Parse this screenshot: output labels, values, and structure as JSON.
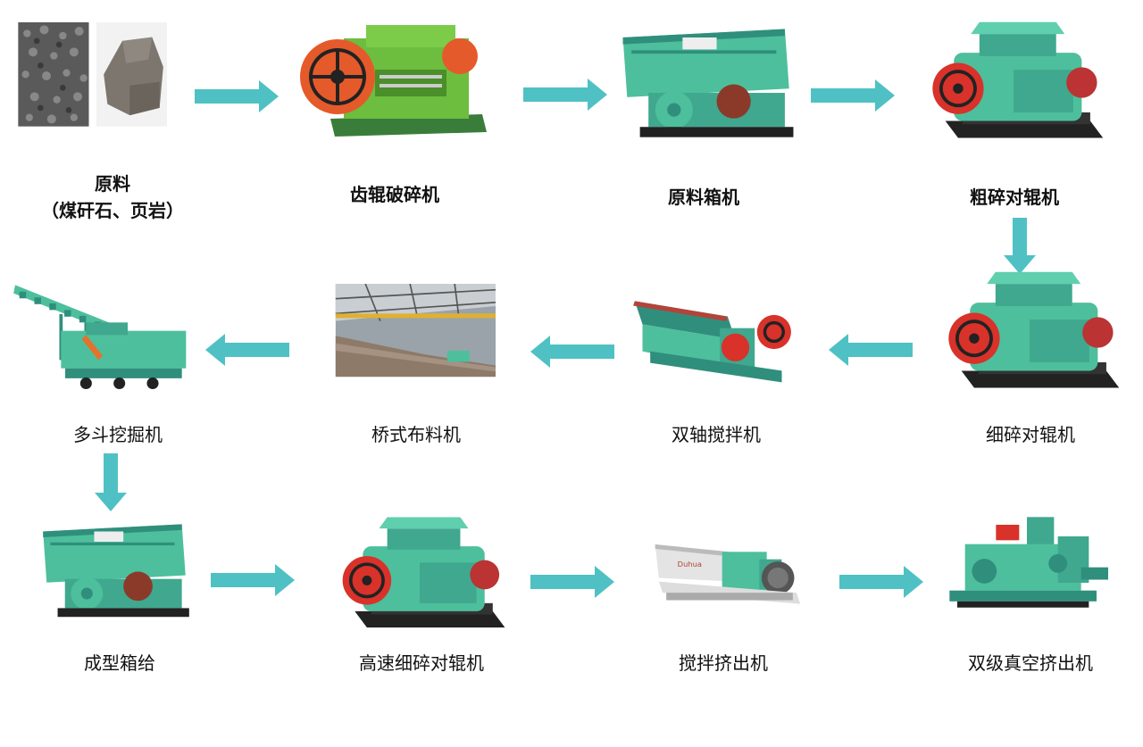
{
  "colors": {
    "arrow": "#4fc1c4",
    "machine_body": "#4dbf9c",
    "machine_dark": "#2f8f7c",
    "wheel_red": "#d8322a",
    "frame_black": "#222222",
    "hopper": "#3fa88e"
  },
  "nodes": [
    {
      "id": "raw",
      "label": "原料",
      "sublabel": "（煤矸石、页岩）",
      "icon": "raw-material-photo"
    },
    {
      "id": "tooth-roller",
      "label": "齿辊破碎机",
      "icon": "tooth-roller-crusher"
    },
    {
      "id": "raw-box",
      "label": "原料箱机",
      "icon": "box-feeder"
    },
    {
      "id": "coarse-roller",
      "label": "粗碎对辊机",
      "icon": "double-roller-crusher"
    },
    {
      "id": "fine-roller",
      "label": "细碎对辊机",
      "icon": "double-roller-crusher"
    },
    {
      "id": "twin-mixer",
      "label": "双轴搅拌机",
      "icon": "twin-shaft-mixer"
    },
    {
      "id": "bridge",
      "label": "桥式布料机",
      "icon": "bridge-distributor-photo"
    },
    {
      "id": "excavator",
      "label": "多斗挖掘机",
      "icon": "multi-bucket-excavator"
    },
    {
      "id": "forming-box",
      "label": "成型箱给",
      "icon": "box-feeder"
    },
    {
      "id": "hs-roller",
      "label": "高速细碎对辊机",
      "icon": "double-roller-crusher"
    },
    {
      "id": "mix-extruder",
      "label": "搅拌挤出机",
      "icon": "mixing-extruder"
    },
    {
      "id": "vacuum",
      "label": "双级真空挤出机",
      "icon": "vacuum-extruder"
    }
  ],
  "arrows": [
    {
      "from": "raw",
      "to": "tooth-roller",
      "dir": "right"
    },
    {
      "from": "tooth-roller",
      "to": "raw-box",
      "dir": "right"
    },
    {
      "from": "raw-box",
      "to": "coarse-roller",
      "dir": "right"
    },
    {
      "from": "coarse-roller",
      "to": "fine-roller",
      "dir": "down"
    },
    {
      "from": "fine-roller",
      "to": "twin-mixer",
      "dir": "left"
    },
    {
      "from": "twin-mixer",
      "to": "bridge",
      "dir": "left"
    },
    {
      "from": "bridge",
      "to": "excavator",
      "dir": "left"
    },
    {
      "from": "excavator",
      "to": "forming-box",
      "dir": "down"
    },
    {
      "from": "forming-box",
      "to": "hs-roller",
      "dir": "right"
    },
    {
      "from": "hs-roller",
      "to": "mix-extruder",
      "dir": "right"
    },
    {
      "from": "mix-extruder",
      "to": "vacuum",
      "dir": "right"
    }
  ]
}
